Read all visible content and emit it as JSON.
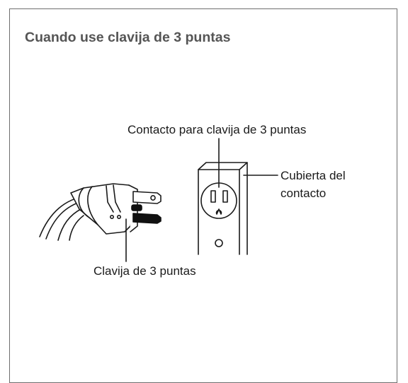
{
  "section": {
    "title": "Cuando use clavija de 3 puntas"
  },
  "labels": {
    "outlet": "Contacto para clavija de 3 puntas",
    "cover_line1": "Cubierta del",
    "cover_line2": "contacto",
    "plug": "Clavija de 3 puntas"
  },
  "colors": {
    "line": "#1a1a1a",
    "heading": "#555555",
    "frame": "#6e6e6e"
  },
  "icons": {
    "plug": "three-prong-plug-icon",
    "outlet": "wall-outlet-icon"
  }
}
